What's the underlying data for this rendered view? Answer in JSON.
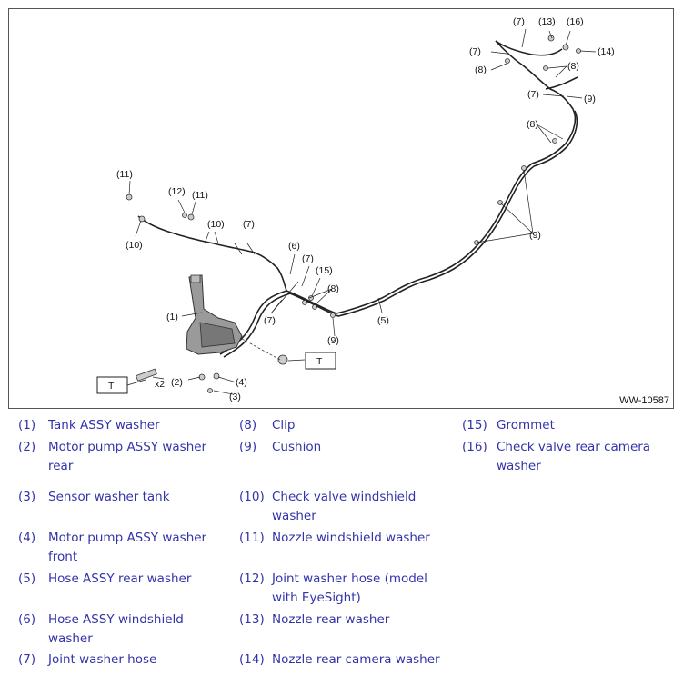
{
  "figure": {
    "figure_id": "WW-10587",
    "callouts": {
      "c1": "(1)",
      "c2": "(2)",
      "c3": "(3)",
      "c4": "(4)",
      "c5": "(5)",
      "c6": "(6)",
      "c7a": "(7)",
      "c7b": "(7)",
      "c7c": "(7)",
      "c7d": "(7)",
      "c7e": "(7)",
      "c7f": "(7)",
      "c8a": "(8)",
      "c8b": "(8)",
      "c8c": "(8)",
      "c8d": "(8)",
      "c9a": "(9)",
      "c9b": "(9)",
      "c9c": "(9)",
      "c10a": "(10)",
      "c10b": "(10)",
      "c11a": "(11)",
      "c11b": "(11)",
      "c12": "(12)",
      "c13": "(13)",
      "c14": "(14)",
      "c15": "(15)",
      "c16": "(16)"
    },
    "torque_label_1": "T",
    "torque_label_2": "T",
    "bolt_count": "x2"
  },
  "legend": [
    {
      "num": "(1)",
      "text": "Tank ASSY washer"
    },
    {
      "num": "(2)",
      "text": "Motor pump ASSY washer rear"
    },
    {
      "num": "(3)",
      "text": "Sensor washer tank"
    },
    {
      "num": "(4)",
      "text": "Motor pump ASSY washer front"
    },
    {
      "num": "(5)",
      "text": "Hose ASSY rear washer"
    },
    {
      "num": "(6)",
      "text": "Hose ASSY windshield washer"
    },
    {
      "num": "(7)",
      "text": "Joint washer hose"
    },
    {
      "num": "(8)",
      "text": "Clip"
    },
    {
      "num": "(9)",
      "text": "Cushion"
    },
    {
      "num": "(10)",
      "text": "Check valve windshield washer"
    },
    {
      "num": "(11)",
      "text": "Nozzle windshield washer"
    },
    {
      "num": "(12)",
      "text": "Joint washer hose (model with EyeSight)"
    },
    {
      "num": "(13)",
      "text": "Nozzle rear washer"
    },
    {
      "num": "(14)",
      "text": "Nozzle rear camera washer"
    },
    {
      "num": "(15)",
      "text": "Grommet"
    },
    {
      "num": "(16)",
      "text": "Check valve rear camera washer"
    }
  ],
  "colors": {
    "legend_text": "#3333aa",
    "line": "#222222",
    "part_fill": "#9a9a9a"
  }
}
